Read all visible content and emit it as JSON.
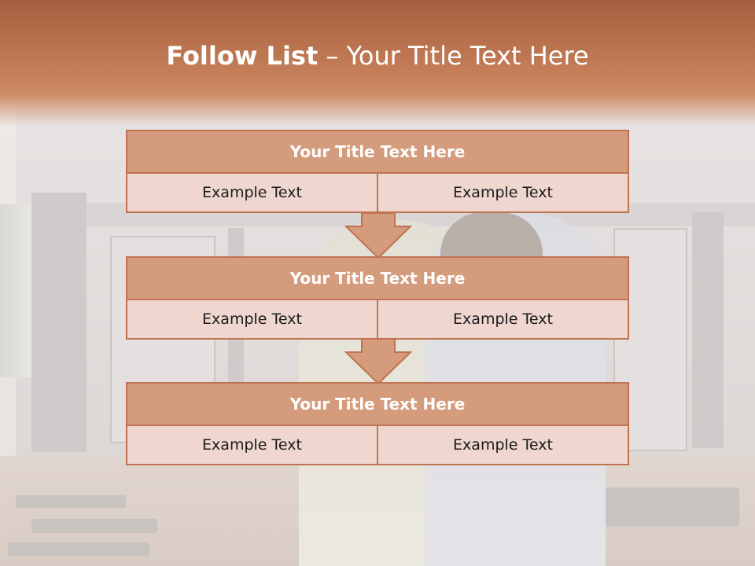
{
  "slide": {
    "title_bold": "Follow List",
    "title_rest": "– Your Title Text Here"
  },
  "steps": [
    {
      "title": "Your Title Text Here",
      "left": "Example Text",
      "right": "Example Text"
    },
    {
      "title": "Your Title Text Here",
      "left": "Example Text",
      "right": "Example Text"
    },
    {
      "title": "Your Title Text Here",
      "left": "Example Text",
      "right": "Example Text"
    }
  ],
  "colors": {
    "accent": "#c07a55",
    "header_fill": "#d49b7c",
    "cell_fill": "#efd7d0",
    "border": "#bf7352"
  }
}
